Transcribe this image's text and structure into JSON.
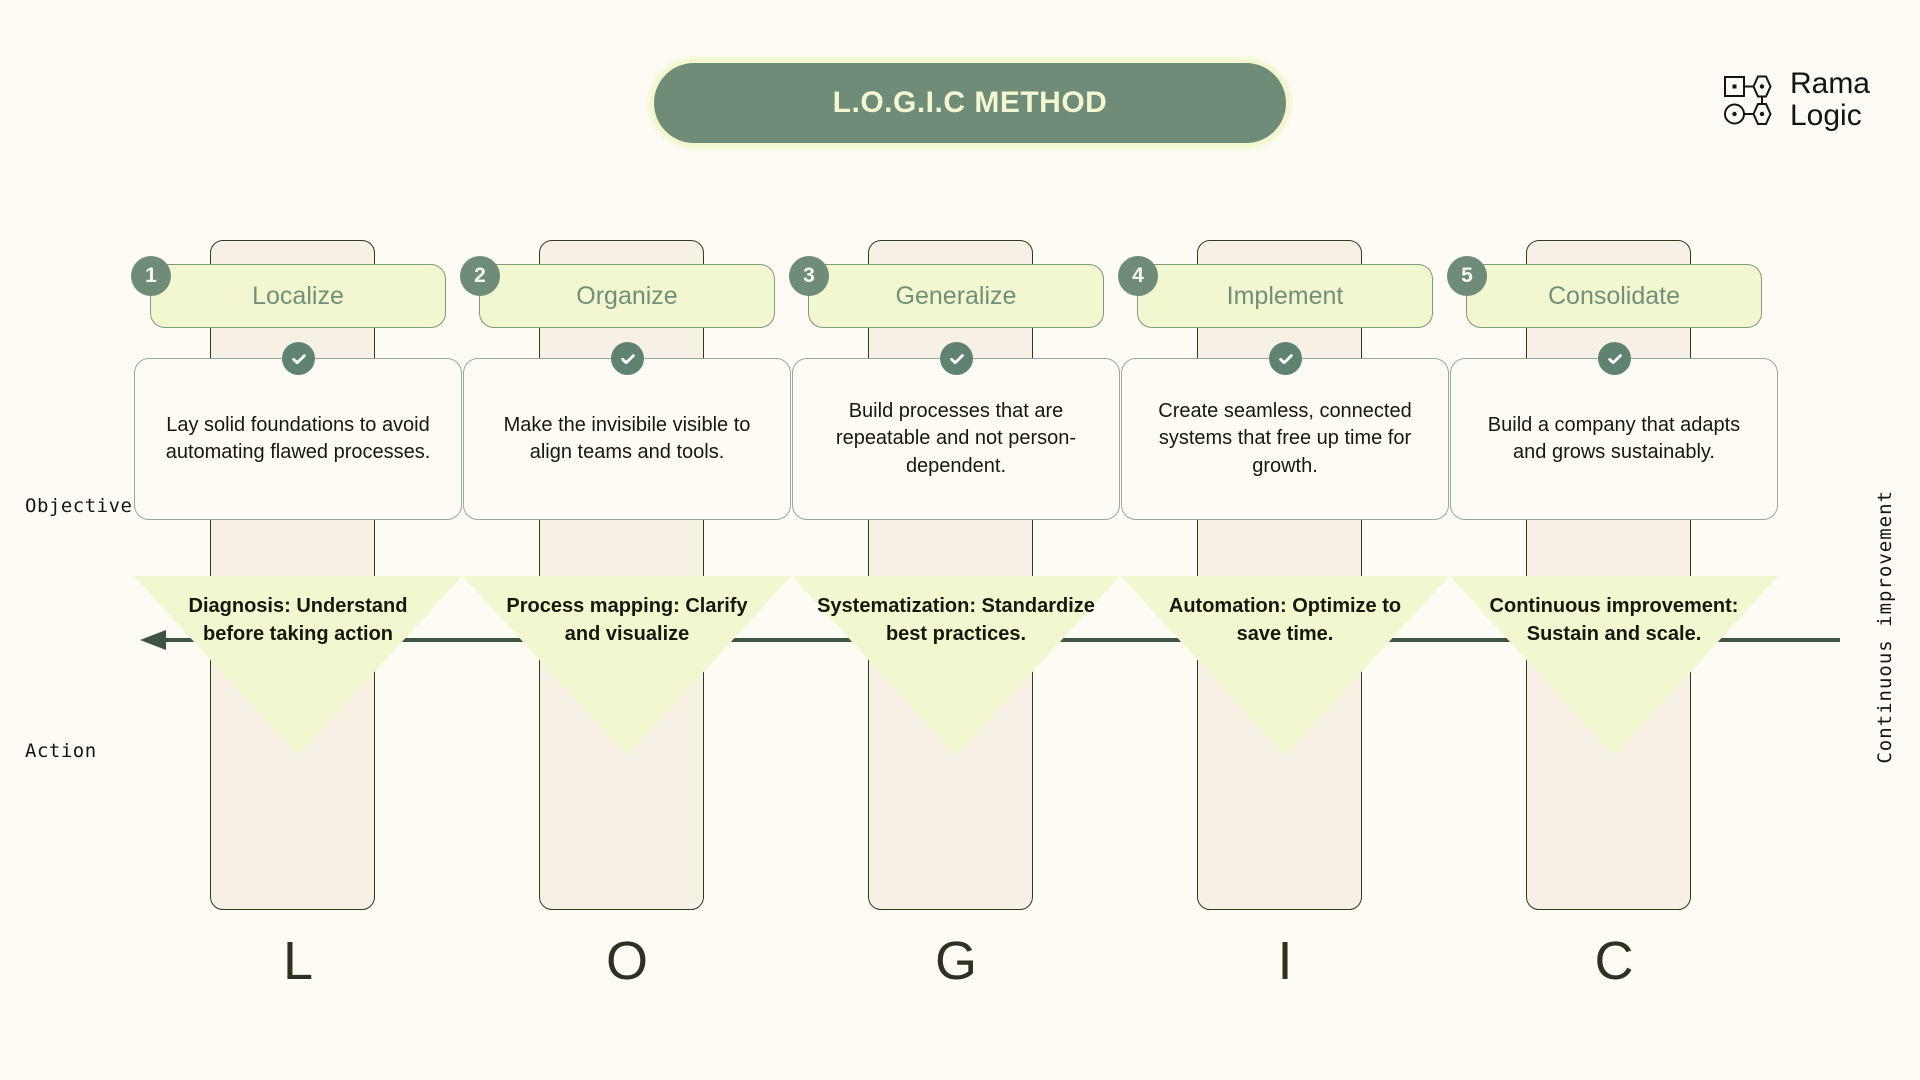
{
  "header": {
    "title": "L.O.G.I.C METHOD",
    "logo": {
      "line1": "Rama",
      "line2": "Logic",
      "icon": "node-graph-icon"
    }
  },
  "axes": {
    "objective_label": "Objective",
    "action_label": "Action",
    "side_label": "Continuous improvement",
    "arrow_direction": "left"
  },
  "colors": {
    "background": "#fdfbf4",
    "sage": "#6e8c77",
    "pale_lime": "#f2f7cf",
    "beige_column": "#f6f0e5",
    "card_border": "#93ab96",
    "text_dark": "#17180f"
  },
  "steps": [
    {
      "number": "1",
      "name": "Localize",
      "letter": "L",
      "objective": "Lay solid foundations to avoid automating flawed processes.",
      "action": "Diagnosis: Understand before taking action",
      "check": "check-icon"
    },
    {
      "number": "2",
      "name": "Organize",
      "letter": "O",
      "objective": "Make the invisibile visible to align teams and tools.",
      "action": "Process mapping: Clarify and visualize",
      "check": "check-icon"
    },
    {
      "number": "3",
      "name": "Generalize",
      "letter": "G",
      "objective": "Build processes that are repeatable and not person-dependent.",
      "action": "Systematization: Standardize best practices.",
      "check": "check-icon"
    },
    {
      "number": "4",
      "name": "Implement",
      "letter": "I",
      "objective": "Create seamless, connected systems that free up time for growth.",
      "action": "Automation: Optimize to save time.",
      "check": "check-icon"
    },
    {
      "number": "5",
      "name": "Consolidate",
      "letter": "C",
      "objective": "Build a company that adapts and grows sustainably.",
      "action": "Continuous improvement: Sustain and scale.",
      "check": "check-icon"
    }
  ]
}
